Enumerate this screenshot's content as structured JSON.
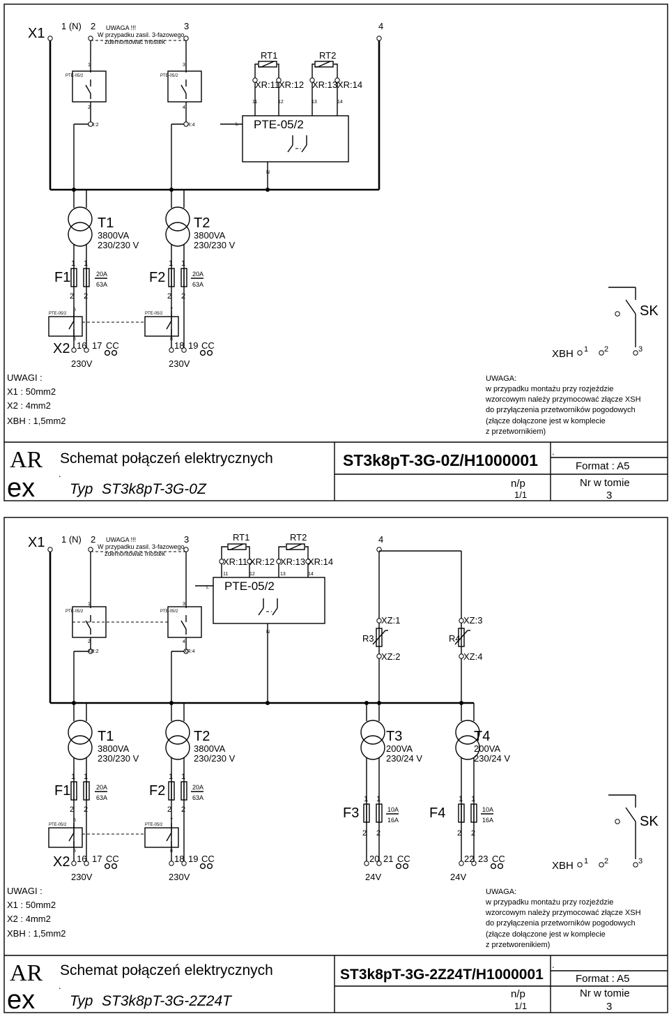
{
  "sheets": [
    {
      "top": {
        "x1": "X1",
        "n1": "1 (N)",
        "n2": "2",
        "uwaga": "UWAGA !!!",
        "note1": "W przypadku zasil. 3-fazowego",
        "note2": "zdemontować mostek",
        "n3": "3",
        "n4": "4"
      },
      "rt": {
        "rt1": "RT1",
        "rt2": "RT2",
        "xr11": "XR:11",
        "xr12": "XR:12",
        "xr13": "XR:13",
        "xr14": "XR:14",
        "s11": "11",
        "s12": "12",
        "s13": "13",
        "s14": "14"
      },
      "pte": {
        "label": "PTE-05/2",
        "small": "PTE-05/2",
        "l": "L",
        "n": "N"
      },
      "contacts": {
        "c1": "1",
        "c2": "2",
        "c3": "3",
        "c4": "4",
        "xr2": "XR:2",
        "xr4": "XR:4"
      },
      "transformers": [
        {
          "name": "T1",
          "power": "3800VA",
          "volt": "230/230 V"
        },
        {
          "name": "T2",
          "power": "3800VA",
          "volt": "230/230 V"
        }
      ],
      "fuses": [
        {
          "name": "F1",
          "top": "1",
          "bot": "2",
          "r1": "20A",
          "r2": "63A"
        },
        {
          "name": "F2",
          "top": "1",
          "bot": "2",
          "r1": "20A",
          "r2": "63A"
        }
      ],
      "fuse_contacts": {
        "c5": "5",
        "c6": "6",
        "c7": "7",
        "c8": "8"
      },
      "terminals": {
        "x2": "X2",
        "t16": "16",
        "t17": "17",
        "t18": "18",
        "t19": "19",
        "cc": "CC",
        "v230": "230V"
      },
      "sk": "SK",
      "xbh": {
        "label": "XBH",
        "t1": "1",
        "t2": "2",
        "t3": "3"
      },
      "uwagi": {
        "title": "UWAGI :",
        "l1": "X1 : 50mm2",
        "l2": "X2 : 4mm2",
        "l3": "XBH : 1,5mm2"
      },
      "uwaga": {
        "title": "UWAGA:",
        "l1": "w przypadku montażu przy rozjeździe",
        "l2": "wzorcowym należy przymocować złącze XSH",
        "l3": "do przyłączenia przetworników pogodowych",
        "l4": "(złącze dołączone jest w komplecie",
        "l5": "z przetwornikiem)"
      },
      "title_block": {
        "logo_top": "AR",
        "logo_bot": "ex",
        "title": "Schemat połączeń elektrycznych",
        "dot": ".",
        "typ_label": "Typ",
        "typ": "ST3k8pT-3G-0Z",
        "code": "ST3k8pT-3G-0Z/H1000001",
        "dot2": ".",
        "format": "Format : A5",
        "np": "n/p",
        "np_val": "1/1",
        "nr": "Nr w tomie",
        "nr_val": "3"
      }
    },
    {
      "top": {
        "x1": "X1",
        "n1": "1 (N)",
        "n2": "2",
        "uwaga": "UWAGA !!!",
        "note1": "W przypadku zasil. 3-fazowego",
        "note2": "zdemontować mostek",
        "n3": "3",
        "n4": "4"
      },
      "rt": {
        "rt1": "RT1",
        "rt2": "RT2",
        "xr11": "XR:11",
        "xr12": "XR:12",
        "xr13": "XR:13",
        "xr14": "XR:14",
        "s11": "11",
        "s12": "12",
        "s13": "13",
        "s14": "14"
      },
      "pte": {
        "label": "PTE-05/2",
        "small": "PTE-05/2",
        "l": "L",
        "n": "N"
      },
      "contacts": {
        "c1": "1",
        "c2": "2",
        "c3": "3",
        "c4": "4",
        "xr2": "XR:2",
        "xr4": "XR:4"
      },
      "xz": {
        "xz1": "XZ:1",
        "xz2": "XZ:2",
        "xz3": "XZ:3",
        "xz4": "XZ:4",
        "r3": "R3",
        "r4": "R4"
      },
      "transformers": [
        {
          "name": "T1",
          "power": "3800VA",
          "volt": "230/230 V"
        },
        {
          "name": "T2",
          "power": "3800VA",
          "volt": "230/230 V"
        },
        {
          "name": "T3",
          "power": "200VA",
          "volt": "230/24 V"
        },
        {
          "name": "T4",
          "power": "200VA",
          "volt": "230/24 V"
        }
      ],
      "fuses": [
        {
          "name": "F1",
          "top": "1",
          "bot": "2",
          "r1": "20A",
          "r2": "63A"
        },
        {
          "name": "F2",
          "top": "1",
          "bot": "2",
          "r1": "20A",
          "r2": "63A"
        },
        {
          "name": "F3",
          "top": "1",
          "bot": "2",
          "r1": "10A",
          "r2": "16A"
        },
        {
          "name": "F4",
          "top": "1",
          "bot": "2",
          "r1": "10A",
          "r2": "16A"
        }
      ],
      "fuse_contacts": {
        "c5": "5",
        "c6": "6",
        "c7": "7",
        "c8": "8"
      },
      "terminals": {
        "x2": "X2",
        "t16": "16",
        "t17": "17",
        "t18": "18",
        "t19": "19",
        "t20": "20",
        "t21": "21",
        "t22": "22",
        "t23": "23",
        "cc": "CC",
        "v230": "230V",
        "v24": "24V"
      },
      "sk": "SK",
      "xbh": {
        "label": "XBH",
        "t1": "1",
        "t2": "2",
        "t3": "3"
      },
      "uwagi": {
        "title": "UWAGI :",
        "l1": "X1 : 50mm2",
        "l2": "X2 : 4mm2",
        "l3": "XBH : 1,5mm2"
      },
      "uwaga": {
        "title": "UWAGA:",
        "l1": "w przypadku montażu przy rozjeździe",
        "l2": "wzorcowym należy przymocować złącze XSH",
        "l3": "do przyłączenia przetworników pogodowych",
        "l4": "(złącze dołączone jest w komplecie",
        "l5": "z przetworenikiem)"
      },
      "title_block": {
        "logo_top": "AR",
        "logo_bot": "ex",
        "title": "Schemat połączeń elektrycznych",
        "dot": ".",
        "typ_label": "Typ",
        "typ": "ST3k8pT-3G-2Z24T",
        "code": "ST3k8pT-3G-2Z24T/H1000001",
        "dot2": ".",
        "format": "Format : A5",
        "np": "n/p",
        "np_val": "1/1",
        "nr": "Nr w tomie",
        "nr_val": "3"
      }
    }
  ]
}
